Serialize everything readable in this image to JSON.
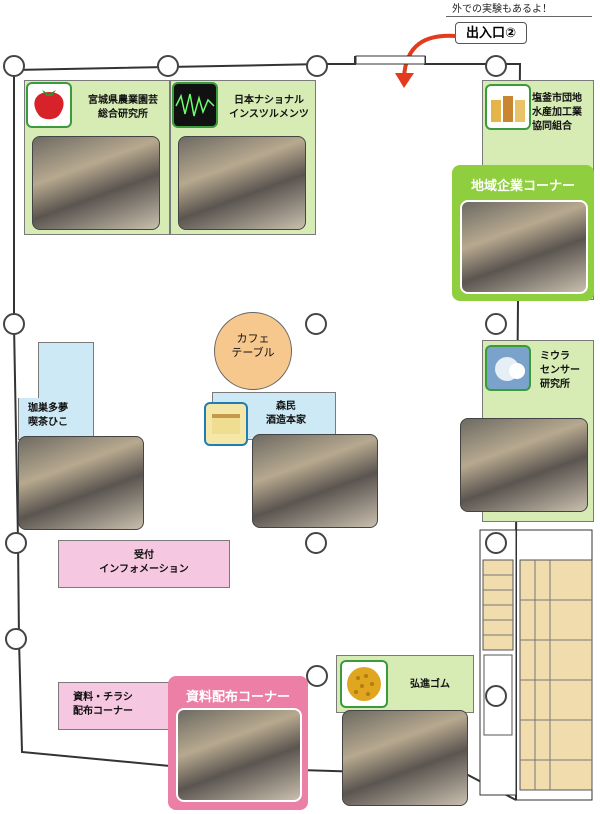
{
  "top_note": "外での実験もあるよ！",
  "exit_label": "出入口②",
  "cafe": {
    "label": "カフェ\nテーブル"
  },
  "booths": {
    "miyagi": "宮城県農業園芸\n総合研究所",
    "ni": "日本ナショナル\nインスツルメンツ",
    "shiogama": "塩釜市団地\n水産加工業\n協同組合",
    "miura": "ミウラ\nセンサー\n研究所",
    "coffee": "珈巣多夢\n喫茶ひこ",
    "morimin": "森民\n酒造本家",
    "kosin": "弘進ゴム"
  },
  "corners": {
    "regional": "地域企業コーナー",
    "handout": "資料配布コーナー"
  },
  "reception": "受付\nインフォメーション",
  "handout_booth": "資料・チラシ\n配布コーナー",
  "colors": {
    "green_booth": "#d7ebb4",
    "green_header": "#8fce3f",
    "pink_box": "#f6c7e0",
    "pink_header": "#ec7fa5",
    "blue_box": "#cde9f5",
    "cafe": "#f7c88e",
    "arrow": "#e23b1e"
  }
}
